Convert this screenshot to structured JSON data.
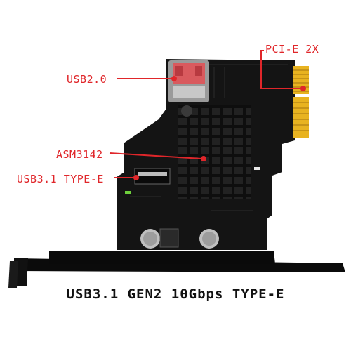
{
  "callouts": {
    "usb20": "USB2.0",
    "pcie": "PCI-E 2X",
    "asm": "ASM3142",
    "typee": "USB3.1 TYPE-E"
  },
  "caption": "USB3.1 GEN2 10Gbps TYPE-E",
  "colors": {
    "callout": "#e0262a",
    "pcb": "#121212",
    "gold": "#e8b320",
    "bracket": "#0c0c0c"
  }
}
